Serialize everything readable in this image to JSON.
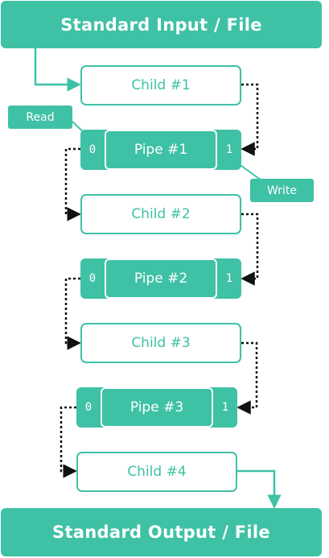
{
  "colors": {
    "accent": "#3fc1a5",
    "connector": "#111111",
    "text_on_accent": "#ffffff"
  },
  "top_band": {
    "label": "Standard Input / File"
  },
  "bottom_band": {
    "label": "Standard Output / File"
  },
  "children": [
    {
      "label": "Child #1"
    },
    {
      "label": "Child #2"
    },
    {
      "label": "Child #3"
    },
    {
      "label": "Child #4"
    }
  ],
  "pipes": [
    {
      "label": "Pipe #1",
      "read_port": "0",
      "write_port": "1"
    },
    {
      "label": "Pipe #2",
      "read_port": "0",
      "write_port": "1"
    },
    {
      "label": "Pipe #3",
      "read_port": "0",
      "write_port": "1"
    }
  ],
  "callouts": {
    "read": "Read",
    "write": "Write"
  }
}
